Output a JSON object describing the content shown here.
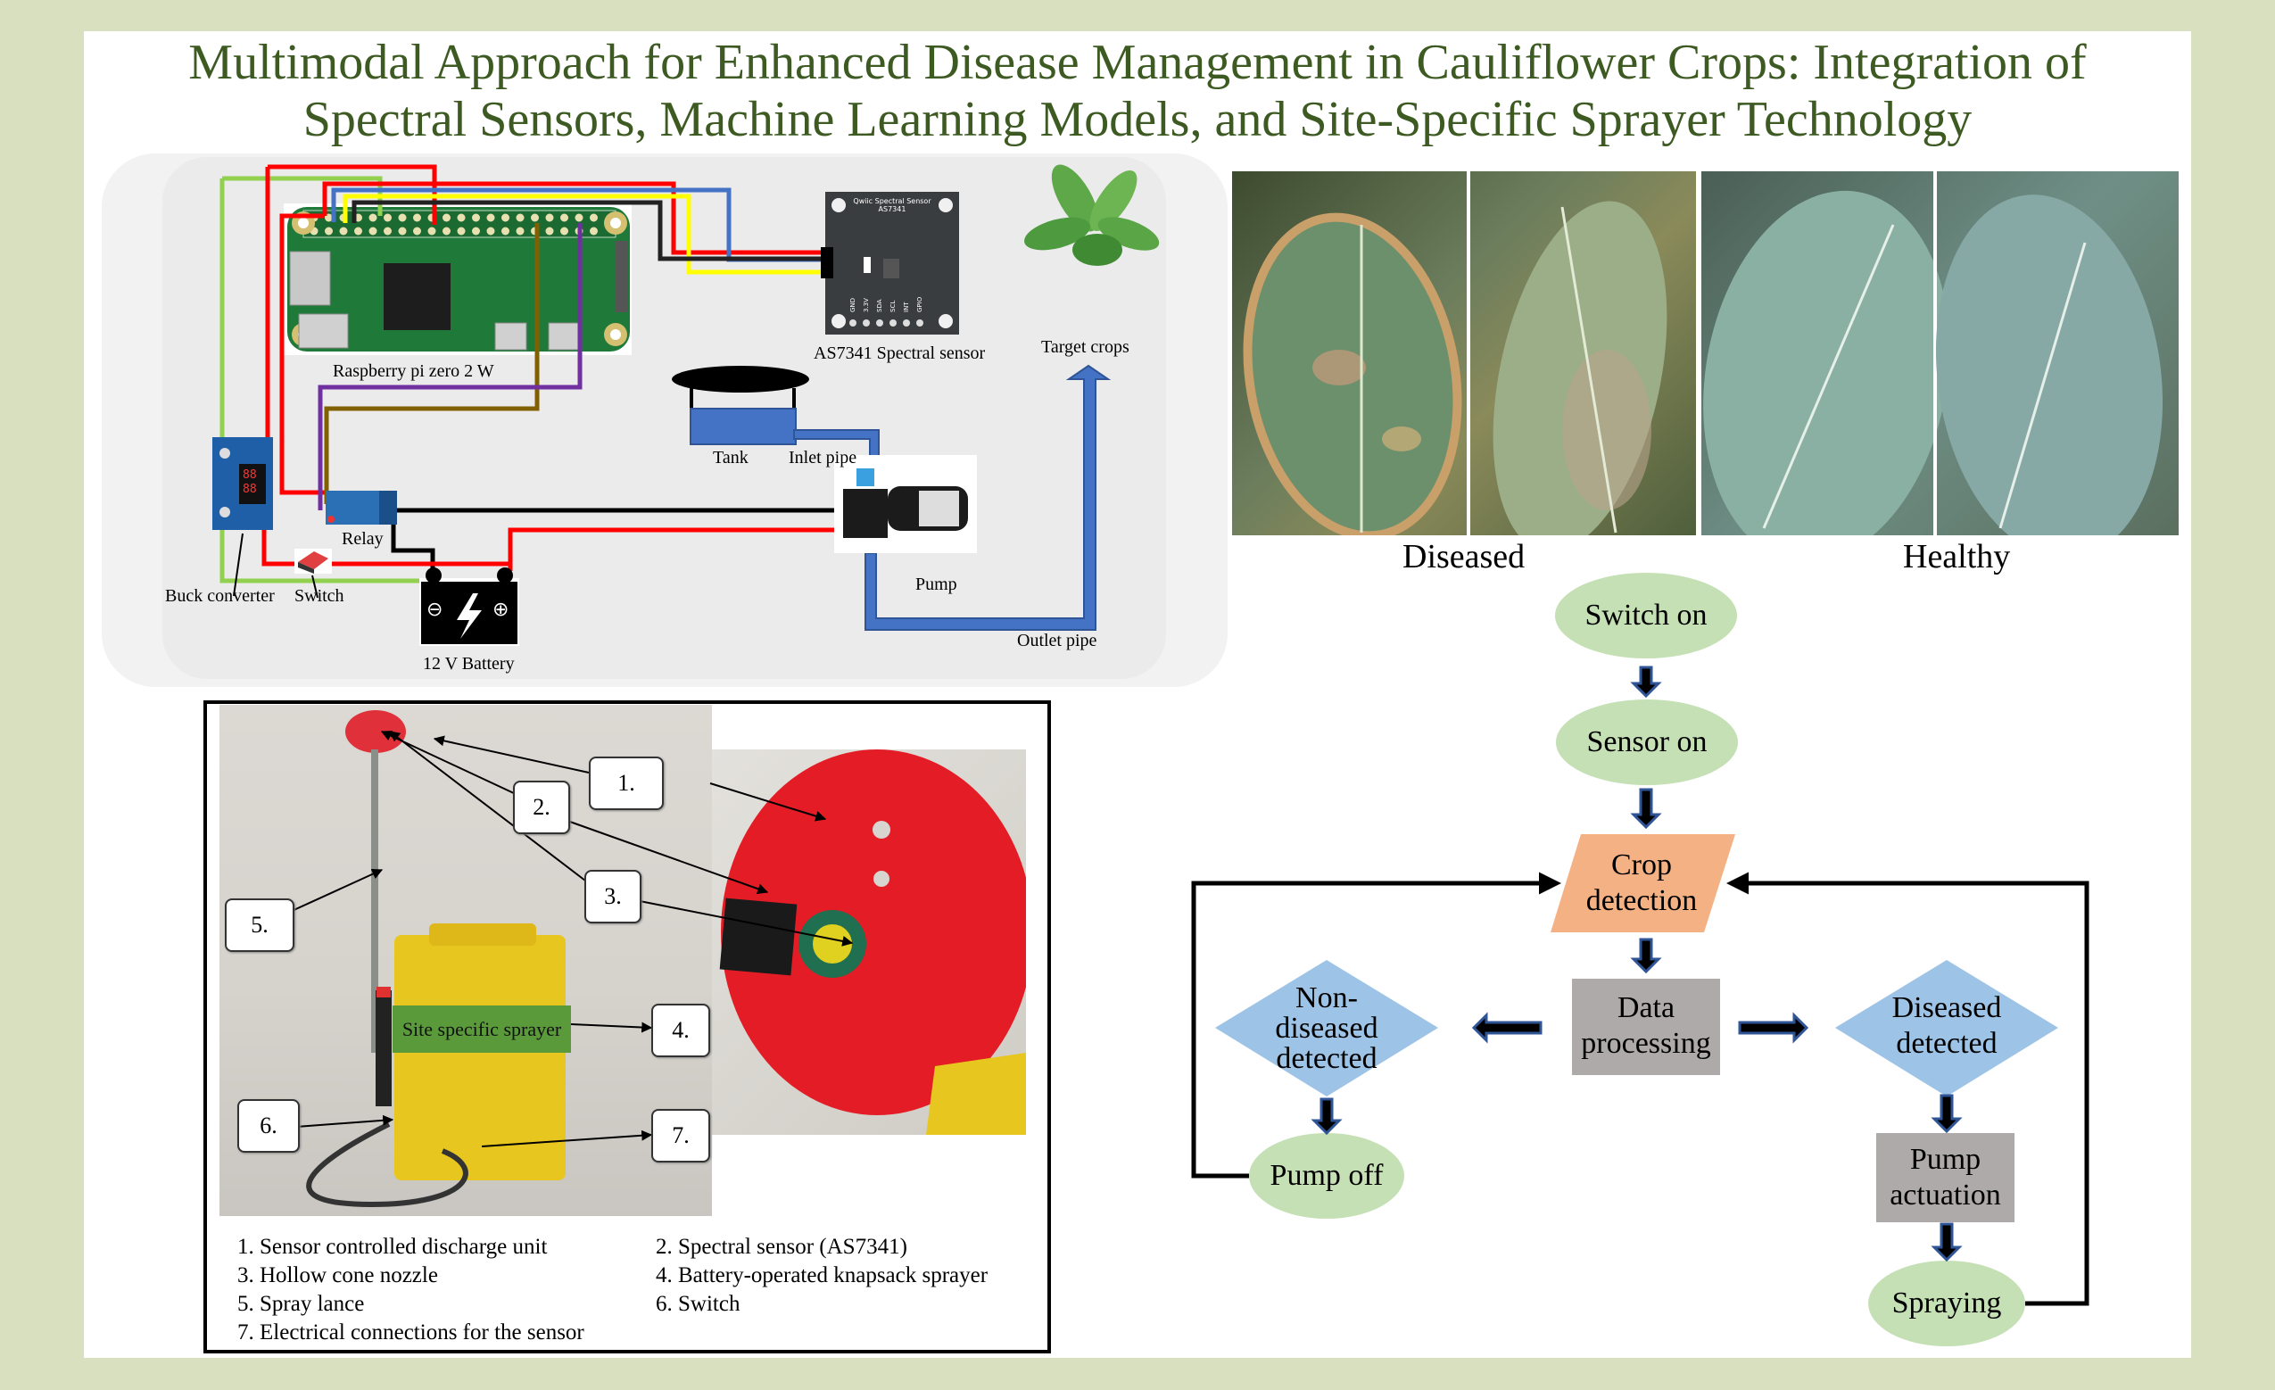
{
  "title": {
    "line1": "Multimodal Approach for Enhanced Disease Management in Cauliflower Crops: Integration of",
    "line2": "Spectral Sensors, Machine Learning Models, and Site-Specific Sprayer Technology"
  },
  "wiring": {
    "labels": {
      "raspberry": "Raspberry pi zero 2 W",
      "sensor": "AS7341 Spectral sensor",
      "target": "Target crops",
      "tank": "Tank",
      "inlet": "Inlet pipe",
      "pump": "Pump",
      "relay": "Relay",
      "buck": "Buck converter",
      "switch": "Switch",
      "battery": "12 V Battery",
      "outlet": "Outlet pipe"
    },
    "sensor_board": {
      "title": "Qwiic Spectral Sensor",
      "model": "AS7341",
      "pins": [
        "GND",
        "3.3V",
        "SDA",
        "SCL",
        "INT",
        "GPIO"
      ]
    },
    "wire_colors": {
      "red": "#ff0000",
      "blue": "#4472c4",
      "yellow": "#ffff00",
      "black": "#222222",
      "green": "#92d050",
      "purple": "#7030a0",
      "brown": "#806000",
      "pipe": "#4472c4"
    }
  },
  "leaves": {
    "diseased_label": "Diseased",
    "healthy_label": "Healthy"
  },
  "flowchart": {
    "switch_on": "Switch on",
    "sensor_on": "Sensor on",
    "crop_detection": [
      "Crop",
      "detection"
    ],
    "data_processing": [
      "Data",
      "processing"
    ],
    "non_diseased": [
      "Non-",
      "diseased",
      "detected"
    ],
    "diseased": [
      "Diseased",
      "detected"
    ],
    "pump_off": "Pump off",
    "pump_actuation": [
      "Pump",
      "actuation"
    ],
    "spraying": "Spraying",
    "colors": {
      "ellipse": "#c5e0b4",
      "parallelogram": "#f4b183",
      "process": "#aeaaaa",
      "diamond": "#9dc3e6",
      "arrow_fill": "#000000",
      "arrow_stroke": "#2f5597"
    }
  },
  "sprayer": {
    "tag": "Site specific sprayer",
    "callouts": [
      "1.",
      "2.",
      "3.",
      "4.",
      "5.",
      "6.",
      "7."
    ],
    "legend": [
      "1. Sensor controlled discharge unit",
      "2. Spectral sensor (AS7341)",
      "3. Hollow cone nozzle",
      "4. Battery-operated knapsack sprayer",
      "5. Spray lance",
      "6. Switch",
      "7. Electrical connections for the sensor"
    ]
  }
}
